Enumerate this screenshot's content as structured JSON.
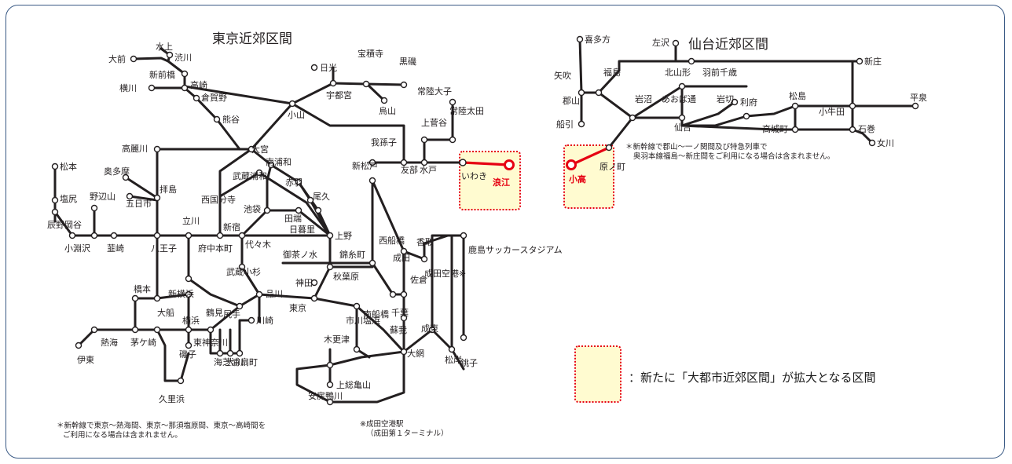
{
  "tokyo": {
    "title": "東京近郊区間",
    "note_line1": "＊新幹線で東京～熱海間、東京～那須塩原間、東京～高崎間を",
    "note_line2": "ご利用になる場合は含まれません。",
    "airport_note_line1": "※成田空港駅",
    "airport_note_line2": "（成田第１ターミナル）",
    "stations": {
      "minakami": "水上",
      "shibukawa": "渋川",
      "omae": "大前",
      "shinmaebashi": "新前橋",
      "yokokawa": "横川",
      "takasaki": "高崎",
      "kuragano": "倉賀野",
      "kumagaya": "熊谷",
      "nikko": "日光",
      "utsunomiya": "宇都宮",
      "hoshakuji": "宝積寺",
      "karasuyama": "烏山",
      "kuroiso": "黒磯",
      "hitachiota": "常陸太田",
      "hitachidaigo": "常陸大子",
      "kamisugaya": "上菅谷",
      "oyama": "小山",
      "komagawa": "高麗川",
      "omiya": "大宮",
      "minamiurawa": "南浦和",
      "abiko": "我孫子",
      "tomobe": "友部",
      "mito": "水戸",
      "iwaki": "いわき",
      "namie": "浪江",
      "matsumoto": "松本",
      "okutama": "奥多摩",
      "shiojiri": "塩尻",
      "tatsuno": "辰野",
      "okaya": "岡谷",
      "nobeyama": "野辺山",
      "kobuchizawa": "小淵沢",
      "nirasaki": "韮崎",
      "itsukaichi": "五日市",
      "haijima": "拝島",
      "tachikawa": "立川",
      "hachioji": "八王子",
      "kokubunji": "西国分寺",
      "musashiurawa": "武蔵浦和",
      "akabane": "赤羽",
      "shinmatsudo": "新松戸",
      "ikebukuro": "池袋",
      "tabata": "田端",
      "oku": "尾久",
      "nippori": "日暮里",
      "shinjuku": "新宿",
      "yoyogi": "代々木",
      "ueno": "上野",
      "ochanomizu": "御茶ノ水",
      "kinshicho": "錦糸町",
      "akihabara": "秋葉原",
      "kanda": "神田",
      "fuchuhonmachi": "府中本町",
      "musashikosugi": "武蔵小杉",
      "shinagawa": "品川",
      "tokyo": "東京",
      "nishifunabashi": "西船橋",
      "narita": "成田",
      "sakura": "佐倉",
      "katori": "香取",
      "naritaairport": "成田空港※",
      "kashimasoccer": "鹿島サッカースタジアム",
      "hashimoto": "橋本",
      "shinyokohama": "新横浜",
      "shiriteuchi": "尻手",
      "kawasaki": "川崎",
      "tsurumi": "鶴見",
      "yokohama": "横浜",
      "ofuna": "大船",
      "chigasaki": "茅ケ崎",
      "atami": "熱海",
      "ito": "伊東",
      "isogo": "磯子",
      "higashikanagawa": "東神奈川",
      "umishibaura": "海芝浦",
      "okawa": "大川",
      "ogimachi": "扇町",
      "kurihama": "久里浜",
      "minamifunabashi": "南船橋",
      "ichikawashiohama": "市川塩浜",
      "chiba": "千葉",
      "soga": "蘇我",
      "narutou": "成東",
      "oami": "大網",
      "matsugishi": "松岸",
      "choshi": "銚子",
      "kisarazu": "木更津",
      "kazusakameyama": "上総亀山",
      "awakamogawa": "安房鴨川"
    }
  },
  "sendai": {
    "title": "仙台近郊区間",
    "note_line1": "＊新幹線で郡山～一ノ関間及び特急列車で",
    "note_line2": "奥羽本線福島～新庄間をご利用になる場合は含まれません。",
    "stations": {
      "kitakata": "喜多方",
      "yabuki": "矢吹",
      "koriyama": "郡山",
      "funehiki": "船引",
      "fukushima": "福島",
      "sazawa": "左沢",
      "kitayamagata": "北山形",
      "uzenchitose": "羽前千歳",
      "shinjo": "新庄",
      "iwanuma": "岩沼",
      "aobadori": "あおば通",
      "iwakiri": "岩切",
      "rifu": "利府",
      "matsushima": "松島",
      "kogota": "小牛田",
      "hiraizumi": "平泉",
      "sendai": "仙台",
      "takagimachi": "高城町",
      "ishinomaki": "石巻",
      "onagawa": "女川",
      "haranomachi": "原ノ町",
      "odaka": "小高"
    }
  },
  "legend": {
    "text": "：新たに「大都市近郊区間」が拡大となる区間"
  },
  "colors": {
    "line": "#231f20",
    "new_section": "#e60012",
    "highlight_fill": "#fffbd0",
    "highlight_border": "#e60012",
    "frame": "#3a5a85"
  }
}
